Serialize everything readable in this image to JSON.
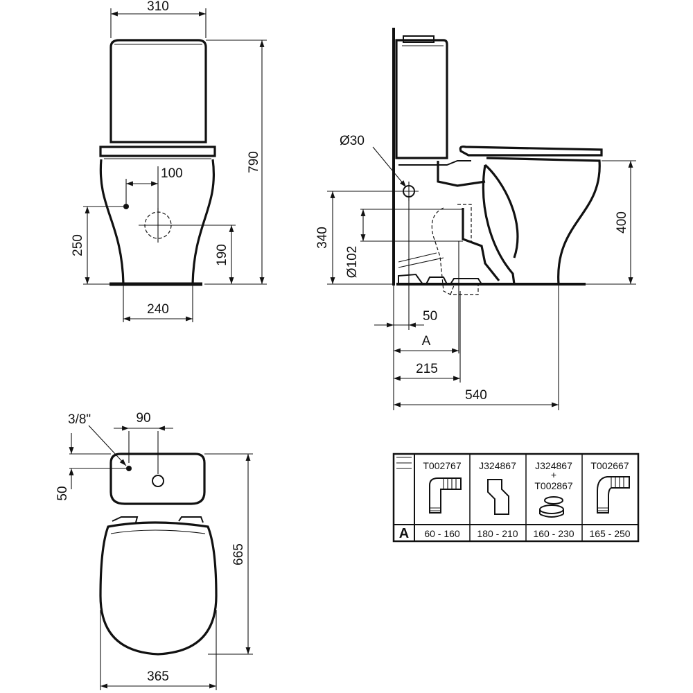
{
  "front": {
    "width_top": "310",
    "height_total": "790",
    "inlet_offset": "100",
    "inlet_height": "250",
    "outlet_height": "190",
    "base_width": "240"
  },
  "side": {
    "inlet_diameter": "Ø30",
    "inlet_height": "340",
    "outlet_diameter": "Ø102",
    "seat_height": "400",
    "dim_50": "50",
    "dim_a": "A",
    "dim_215": "215",
    "depth_total": "540"
  },
  "top": {
    "thread": "3/8\"",
    "offset_90": "90",
    "offset_50": "50",
    "length": "665",
    "width": "365"
  },
  "table": {
    "row_label": "A",
    "columns": [
      {
        "code": "T002767",
        "code2": "",
        "range": "60 - 160"
      },
      {
        "code": "J324867",
        "code2": "",
        "range": "180 - 210"
      },
      {
        "code": "J324867",
        "plus": "+",
        "code2": "T002867",
        "range": "160 - 230"
      },
      {
        "code": "T002667",
        "code2": "",
        "range": "165 - 250"
      }
    ]
  }
}
